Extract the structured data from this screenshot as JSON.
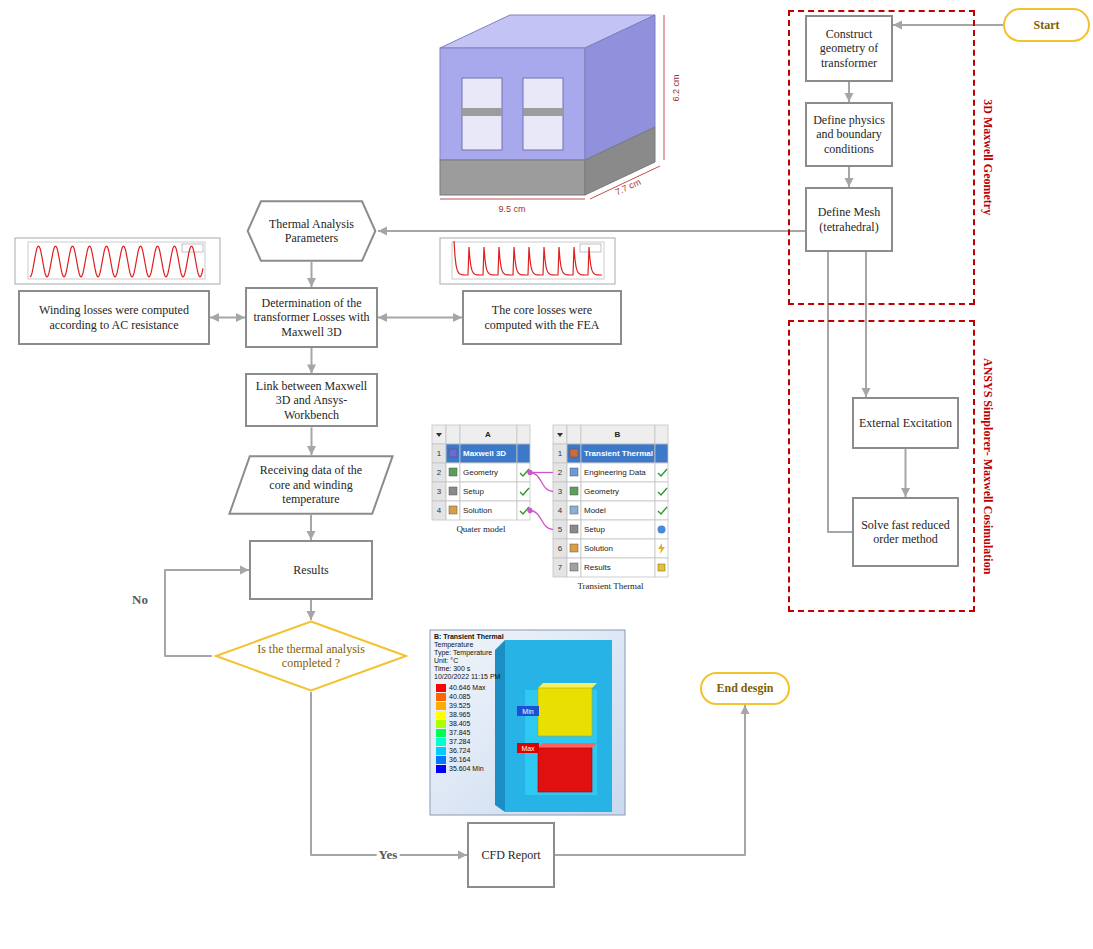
{
  "diagram": {
    "nodes": [
      {
        "text": [
          "Start"
        ]
      },
      {
        "text": [
          "3D Maxwell Geometry"
        ]
      },
      {
        "text": [
          "Construct geometry of transformer"
        ],
        "in": 1
      },
      {
        "text": [
          "Define physics and boundary conditions"
        ],
        "in": 1
      },
      {
        "text": [
          "Define Mesh (tetrahedral)"
        ],
        "in": 1
      },
      {
        "text": [
          "ANSYS Simplorer- Maxwell Cosimulation"
        ]
      },
      {
        "text": [
          "External Excitation"
        ],
        "in": 5
      },
      {
        "text": [
          "Solve fast reduced order method"
        ],
        "in": 5
      },
      {
        "text": [
          "Thermal Analysis Parameters"
        ]
      },
      {
        "text": [
          "Winding losses were computed according to AC resistance"
        ]
      },
      {
        "text": [
          "Determination of the transformer Losses with Maxwell 3D"
        ]
      },
      {
        "text": [
          "The core losses were computed with the FEA"
        ]
      },
      {
        "text": [
          "Link between Maxwell 3D and Ansys- Workbench"
        ]
      },
      {
        "text": [
          "Receiving data of the core and winding temperature"
        ]
      },
      {
        "text": [
          "Results"
        ]
      },
      {
        "text": [
          "Is the thermal analysis completed ?"
        ]
      },
      {
        "text": [
          "CFD Report"
        ]
      },
      {
        "text": [
          "End desgin"
        ]
      }
    ],
    "edges": [
      {
        "from": 0,
        "to": 2,
        "arrow": "to"
      },
      {
        "from": 2,
        "to": 3,
        "arrow": "to"
      },
      {
        "from": 3,
        "to": 4,
        "arrow": "to"
      },
      {
        "from": 4,
        "to": 6,
        "arrow": "to"
      },
      {
        "from": 6,
        "to": 7,
        "arrow": "to"
      },
      {
        "from": 7,
        "to": 8,
        "arrow": "to"
      },
      {
        "from": 8,
        "to": 10,
        "arrow": "to"
      },
      {
        "from": 10,
        "to": 9,
        "arrow": "both"
      },
      {
        "from": 10,
        "to": 11,
        "arrow": "both"
      },
      {
        "from": 10,
        "to": 12,
        "arrow": "to"
      },
      {
        "from": 12,
        "to": 13,
        "arrow": "to"
      },
      {
        "from": 13,
        "to": 14,
        "arrow": "to"
      },
      {
        "from": 14,
        "to": 15,
        "arrow": "to"
      },
      {
        "from": 15,
        "to": 14,
        "label": "No",
        "arrow": "to"
      },
      {
        "from": 15,
        "to": 16,
        "label": "Yes",
        "arrow": "to"
      },
      {
        "from": 16,
        "to": 17,
        "arrow": "to"
      }
    ],
    "labels": [
      "9.5 cm",
      "7.7 cm",
      "6.2 cm",
      "A",
      "1",
      "Maxwell 3D",
      "2",
      "Geometry",
      "3",
      "Setup",
      "4",
      "Solution",
      "Quater model",
      "B",
      "1",
      "Transient Thermal",
      "2",
      "Engineering Data",
      "3",
      "Geometry",
      "4",
      "Model",
      "5",
      "Setup",
      "6",
      "Solution",
      "7",
      "Results",
      "Transient Thermal",
      "B: Transient Thermal",
      "Temperature",
      "Type: Temperature",
      "Unit: °C",
      "Time: 300 s",
      "10/20/2022 11:15 PM",
      "Max",
      "Min"
    ],
    "legend": [
      {
        "text": "40.646 Max",
        "color": "#ff0000"
      },
      {
        "text": "40.085",
        "color": "#ff6600"
      },
      {
        "text": "39.525",
        "color": "#ffaa00"
      },
      {
        "text": "38.965",
        "color": "#ffff00"
      },
      {
        "text": "38.405",
        "color": "#aaff00"
      },
      {
        "text": "37.845",
        "color": "#00ff55"
      },
      {
        "text": "37.284",
        "color": "#00ffcc"
      },
      {
        "text": "36.724",
        "color": "#00ccff"
      },
      {
        "text": "36.164",
        "color": "#0077ff"
      },
      {
        "text": "35.604 Min",
        "color": "#0000ff"
      }
    ]
  }
}
